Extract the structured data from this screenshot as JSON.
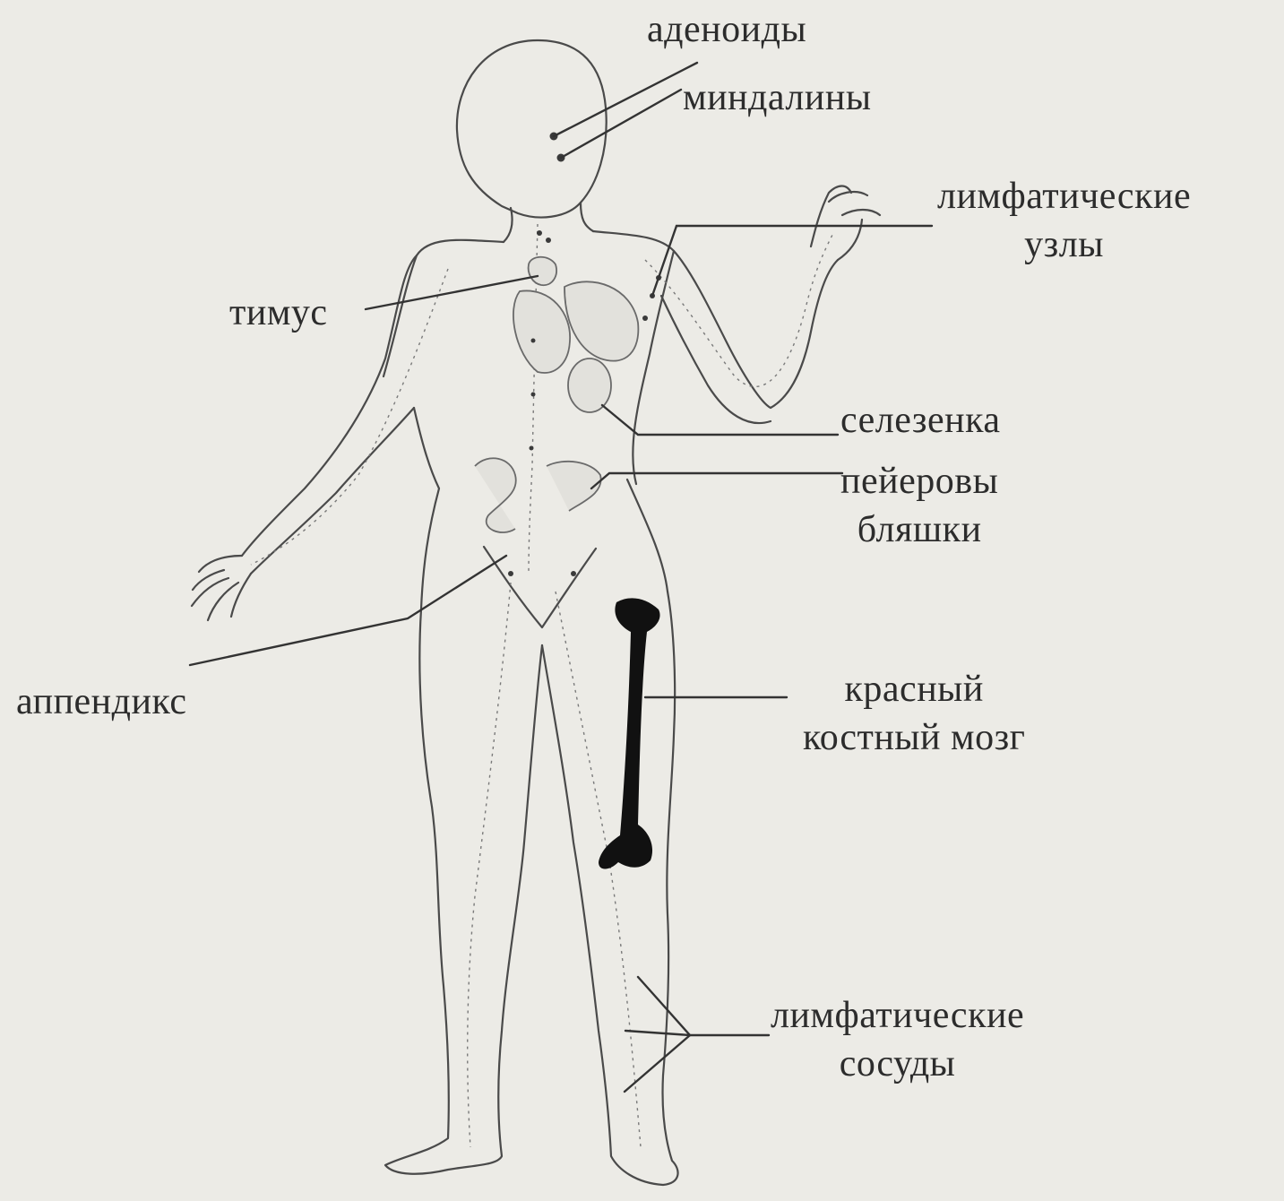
{
  "labels": {
    "adenoids": "аденоиды",
    "tonsils": "миндалины",
    "lymph_nodes": [
      "лимфатические",
      "узлы"
    ],
    "thymus": "тимус",
    "spleen": "селезенка",
    "peyer_patches": [
      "пейеровы",
      "бляшки"
    ],
    "appendix": "аппендикс",
    "bone_marrow": [
      "красный",
      "костный мозг"
    ],
    "lymph_vessels": [
      "лимфатические",
      "сосуды"
    ]
  },
  "colors": {
    "background": "#ecebe6",
    "outline": "#4a4a4a",
    "organ": "#6a6a6a",
    "bone": "#111111",
    "text": "#2c2c2c"
  }
}
